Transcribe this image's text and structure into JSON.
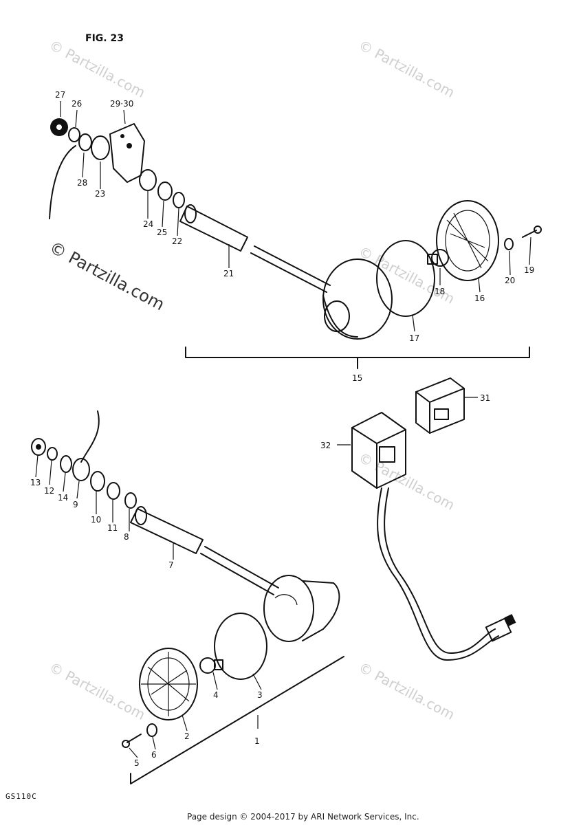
{
  "figure": {
    "title": "FIG. 23",
    "reference_code": "GS110C",
    "footer": "Page design © 2004-2017 by ARI Network Services, Inc."
  },
  "watermark": "© Partzilla.com",
  "callouts": {
    "c1": "1",
    "c2": "2",
    "c3": "3",
    "c4": "4",
    "c5": "5",
    "c6": "6",
    "c7": "7",
    "c8": "8",
    "c9": "9",
    "c10": "10",
    "c11": "11",
    "c12": "12",
    "c13": "13",
    "c14": "14",
    "c15": "15",
    "c16": "16",
    "c17": "17",
    "c18": "18",
    "c19": "19",
    "c20": "20",
    "c21": "21",
    "c22": "22",
    "c23": "23",
    "c24": "24",
    "c25": "25",
    "c26": "26",
    "c27": "27",
    "c28": "28",
    "c29_30": "29·30",
    "c31": "31",
    "c32": "32"
  }
}
